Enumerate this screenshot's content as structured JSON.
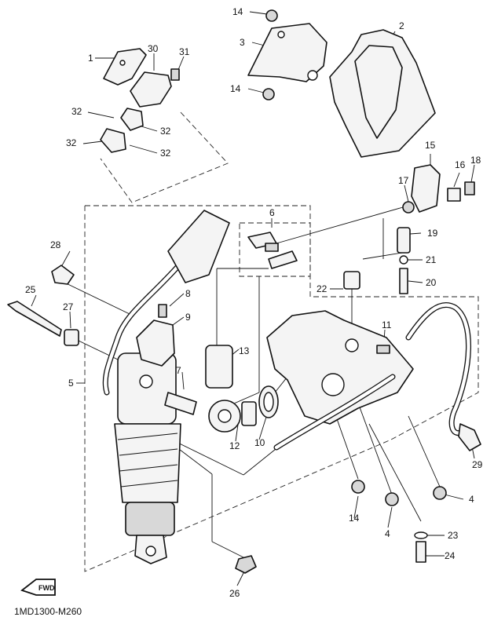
{
  "diagram_code": "1MD1300-M260",
  "fwd_badge": "FWD",
  "callouts": {
    "c1": "1",
    "c2": "2",
    "c3": "3",
    "c4a": "4",
    "c4b": "4",
    "c5": "5",
    "c6": "6",
    "c7": "7",
    "c8": "8",
    "c9": "9",
    "c10": "10",
    "c11": "11",
    "c12": "12",
    "c13": "13",
    "c14a": "14",
    "c14b": "14",
    "c14c": "14",
    "c15": "15",
    "c16": "16",
    "c17": "17",
    "c18": "18",
    "c19": "19",
    "c20": "20",
    "c21": "21",
    "c22": "22",
    "c23": "23",
    "c24": "24",
    "c25": "25",
    "c26": "26",
    "c27": "27",
    "c28": "28",
    "c29": "29",
    "c30": "30",
    "c31": "31",
    "c32a": "32",
    "c32b": "32",
    "c32c": "32",
    "c32d": "32"
  }
}
